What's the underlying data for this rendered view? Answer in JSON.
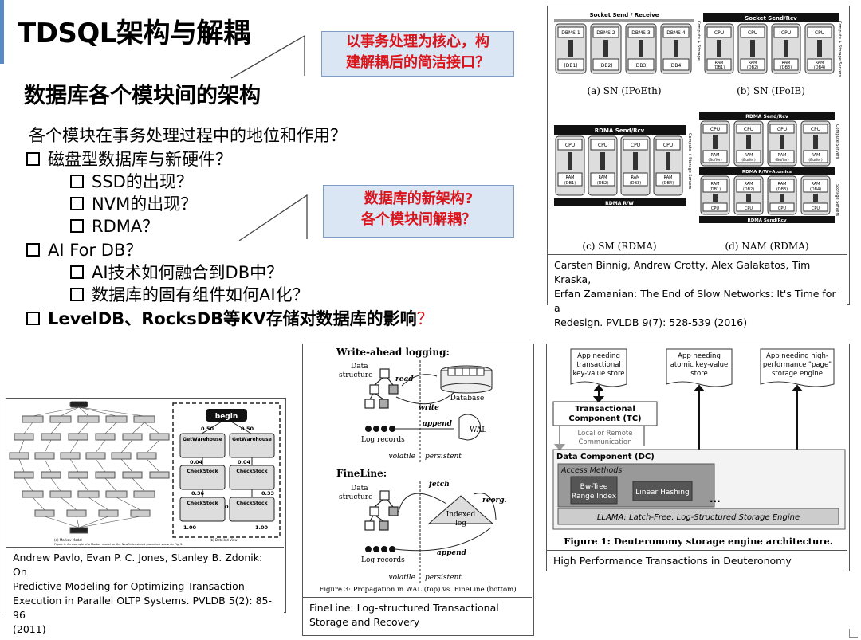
{
  "slide": {
    "title": "TDSQL架构与解耦",
    "subtitle": "数据库各个模块间的架构",
    "callout_top": [
      "以事务处理为核心，构",
      "建解耦后的简洁接口？"
    ],
    "callout_mid": [
      "数据库的新架构?",
      "各个模块间解耦？"
    ],
    "bullets": {
      "intro": "各个模块在事务处理过程中的地位和作用？",
      "hw": "磁盘型数据库与新硬件？",
      "ssd": "SSD的出现？",
      "nvm": "NVM的出现？",
      "rdma": "RDMA？",
      "ai": "AI For DB？",
      "ai_fuse": "AI技术如何融合到DB中？",
      "ai_comp": "数据库的固有组件如何AI化？",
      "kv_main": "LevelDB、RocksDB等KV存储对数据库的影响",
      "kv_q": "？"
    }
  },
  "fig_rdma": {
    "caption": [
      "Carsten Binnig, Andrew Crotty, Alex Galakatos, Tim Kraska,",
      "Erfan Zamanian: The End of Slow Networks:  It's Time for a",
      "Redesign. PVLDB 9(7): 528-539 (2016)"
    ],
    "label_a": "(a) SN (IPoEth)",
    "label_b": "(b) SN (IPoIB)",
    "label_c": "(c) SM (RDMA)",
    "label_d": "(d) NAM (RDMA)",
    "socket": "Socket Send / Receive",
    "socket_b": "Socket Send/Rcv",
    "rdma_send": "RDMA Send/Rcv",
    "rdma_rw": "RDMA R/W",
    "rdma_atomics": "RDMA R/W+Atomics",
    "dbms": [
      "DBMS 1",
      "DBMS 2",
      "DBMS 3",
      "DBMS 4"
    ],
    "db": [
      "(DB1)",
      "(DB2)",
      "(DB3)",
      "(DB4)"
    ],
    "cpu": "CPU",
    "ram": "RAM",
    "buffer": "(Buffer)",
    "side_a": "Compute + Storage",
    "side_b": "Compute + Storage Servers",
    "side_compute": "Compute Servers",
    "side_storage": "Storage Servers"
  },
  "fig_markov": {
    "caption": [
      "Andrew Pavlo, Evan P. C. Jones, Stanley B. Zdonik: On",
      "Predictive Modeling for Optimizing Transaction",
      "Execution in Parallel OLTP Systems. PVLDB 5(2): 85-96",
      "(2011)"
    ],
    "begin": "begin",
    "nodes": [
      "GetWarehouse",
      "GetWarehouse",
      "CheckStock",
      "CheckStock",
      "CheckStock",
      "CheckStock"
    ],
    "probs": [
      "0.50",
      "0.50",
      "0.04",
      "0.04",
      "0.36",
      "0.33",
      "0.67",
      "1.00",
      "1.00"
    ],
    "sub_a": "(a) Markov Model",
    "sub_b": "(b) Detailed View",
    "fig_note": "Figure 4: An example of a Markov model for the NewOrder stored procedure shown in Fig. 2."
  },
  "fig_wal": {
    "caption": [
      "FineLine: Log-structured Transactional",
      "Storage and Recovery"
    ],
    "wal_title": "Write-ahead logging:",
    "data": "Data",
    "structure": "structure",
    "read": "read",
    "write": "write",
    "database": "Database",
    "append": "append",
    "wal": "WAL",
    "log_records": "Log records",
    "volatile": "volatile",
    "persistent": "persistent",
    "fineline_title": "FineLine:",
    "fetch": "fetch",
    "reorg": "reorg.",
    "indexed": "Indexed",
    "log": "log",
    "fig_note": "Figure 3: Propagation in WAL (top) vs. FineLine (bottom)"
  },
  "fig_deut": {
    "caption": "High Performance Transactions in Deuteronomy",
    "app1": [
      "App needing",
      "transactional",
      "key-value store"
    ],
    "app2": [
      "App needing",
      "atomic key-value",
      "store"
    ],
    "app3": [
      "App needing high-",
      "performance \"page\"",
      "storage engine"
    ],
    "tc": [
      "Transactional",
      "Component (TC)"
    ],
    "local": [
      "Local or Remote",
      "Communication"
    ],
    "dc": "Data Component (DC)",
    "access": "Access Methods",
    "bwtree": [
      "Bw-Tree",
      "Range Index"
    ],
    "linear": "Linear Hashing",
    "dots": "...",
    "llama": "LLAMA: Latch-Free, Log-Structured Storage Engine",
    "fig_note": "Figure 1: Deuteronomy storage engine architecture."
  },
  "colors": {
    "accent": "#5a8ac6",
    "callout_bg": "#dbe6f5",
    "red": "#d9151b"
  }
}
